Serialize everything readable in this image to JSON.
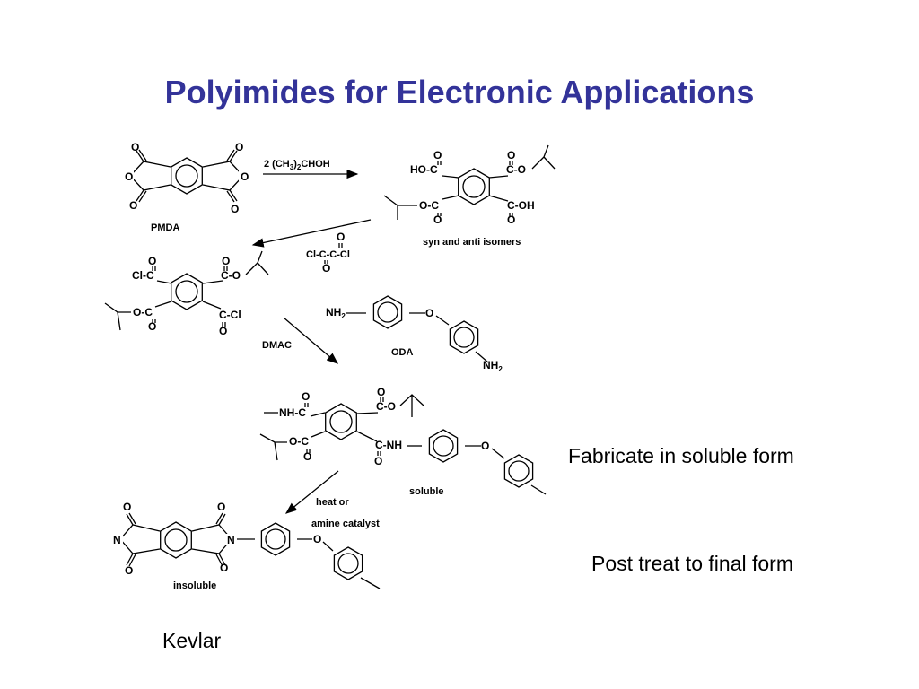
{
  "slide": {
    "title": "Polyimides for Electronic Applications",
    "notes": {
      "fabricate": "Fabricate in soluble form",
      "post_treat": "Post treat to final form",
      "kevlar": "Kevlar"
    }
  },
  "diagram": {
    "reagent_1": {
      "prefix": "2 (CH",
      "sub1": "3",
      "mid": ")",
      "sub2": "2",
      "suffix": "CHOH"
    },
    "pmda_label": "PMDA",
    "isomers_label": "syn and anti isomers",
    "oxalyl_top": "O",
    "oxalyl_main": "Cl-C-C-Cl",
    "oda_label": "ODA",
    "dmac_label": "DMAC",
    "soluble_label": "soluble",
    "heat_label": "heat or",
    "catalyst_label": "amine catalyst",
    "insoluble_label": "insoluble",
    "atoms": {
      "O": "O",
      "N": "N",
      "ho_c": "HO-C",
      "c_o": "C-O",
      "o_c": "O-C",
      "c_oh": "C-OH",
      "cl_c": "Cl-C",
      "c_cl": "C-Cl",
      "nh": "NH",
      "sub2": "2",
      "nh_c": "NH-C",
      "c_nh": "C-NH"
    },
    "colors": {
      "title": "#333399",
      "ink": "#000000"
    }
  }
}
